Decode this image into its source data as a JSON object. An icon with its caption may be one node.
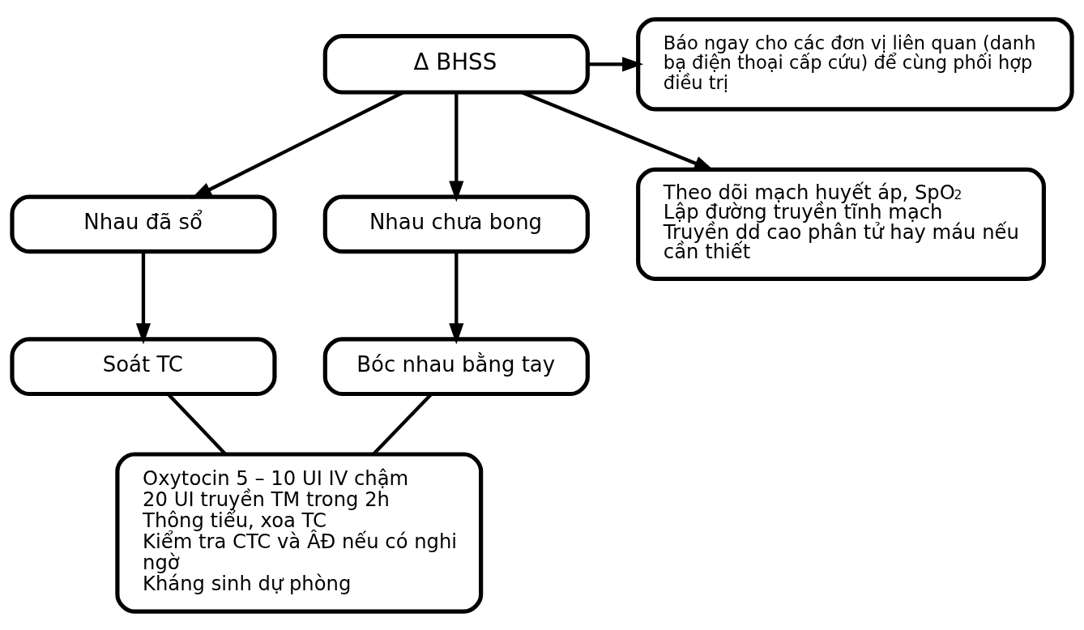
{
  "diagram": {
    "nodes": [
      {
        "text": [
          "Δ BHSS"
        ]
      },
      {
        "text": [
          "Báo ngay cho các đơn vị liên quan (danh bạ điện thoại cấp cứu) để cùng phối hợp điều trị"
        ]
      },
      {
        "text": [
          "Nhau đã sổ"
        ]
      },
      {
        "text": [
          "Nhau chưa bong"
        ]
      },
      {
        "text": [
          "Theo dõi mạch huyết áp, SpO$_{2}$",
          "Lập đường truyền tĩnh mạch",
          "Truyền dd cao phân tử hay máu nếu cần thiết"
        ]
      },
      {
        "text": [
          "Soát TC"
        ]
      },
      {
        "text": [
          "Bóc nhau bằng tay"
        ]
      },
      {
        "text": [
          "Oxytocin 5 – 10 UI IV chậm",
          "20 UI truyền TM trong 2h",
          "Thông tiểu, xoa TC",
          "Kiểm tra CTC và ÂĐ nếu có nghi ngờ",
          "Kháng sinh dự phòng"
        ]
      }
    ],
    "edges": [
      {
        "from": 0,
        "to": 1,
        "arrow": "to"
      },
      {
        "from": 0,
        "to": 2,
        "arrow": "to"
      },
      {
        "from": 0,
        "to": 3,
        "arrow": "to"
      },
      {
        "from": 0,
        "to": 4,
        "arrow": "to"
      },
      {
        "from": 2,
        "to": 5,
        "arrow": "to"
      },
      {
        "from": 3,
        "to": 6,
        "arrow": "to"
      },
      {
        "from": 5,
        "to": 7,
        "arrow": "none"
      },
      {
        "from": 6,
        "to": 7,
        "arrow": "none"
      }
    ]
  }
}
